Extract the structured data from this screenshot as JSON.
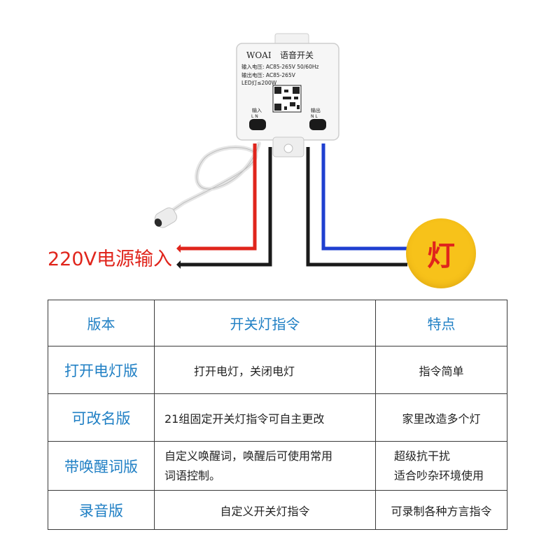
{
  "device": {
    "brand": "WOAI",
    "product": "语音开关",
    "input_voltage": "输入电压: AC85-265V 50/60Hz",
    "output_voltage": "输出电压: AC85-265V",
    "led_rating": "LED灯≤200W",
    "port_in_label": "输入",
    "port_in_pins": "L  N",
    "port_out_label": "输出",
    "port_out_pins": "N  L"
  },
  "wiring": {
    "input_label": "220V电源输入",
    "lamp_label": "灯",
    "colors": {
      "live": "#e0251c",
      "neutral": "#1a1a1a",
      "output": "#1f3fd0",
      "lamp": "#f7c21a"
    }
  },
  "table": {
    "headers": [
      "版本",
      "开关灯指令",
      "特点"
    ],
    "rows": [
      {
        "version": "打开电灯版",
        "command": [
          "打开电灯，关闭电灯"
        ],
        "feature": [
          "指令简单"
        ]
      },
      {
        "version": "可改名版",
        "command": [
          "21组固定开关灯指令可自主更改"
        ],
        "feature": [
          "家里改造多个灯"
        ]
      },
      {
        "version": "带唤醒词版",
        "command": [
          "自定义唤醒词，唤醒后可使用常用",
          "词语控制。"
        ],
        "feature": [
          "超级抗干扰",
          "适合吵杂环境使用"
        ]
      },
      {
        "version": "录音版",
        "command": [
          "自定义开关灯指令"
        ],
        "feature": [
          "可录制各种方言指令"
        ]
      }
    ]
  }
}
